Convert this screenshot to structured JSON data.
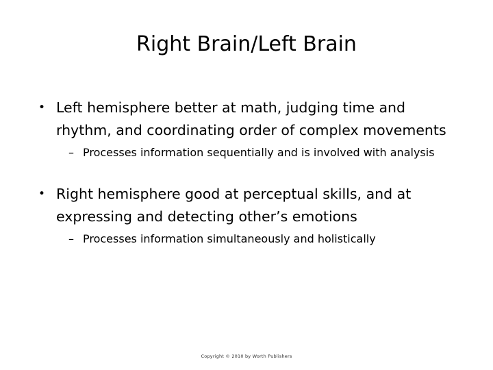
{
  "slide": {
    "title": "Right Brain/Left Brain",
    "blocks": [
      {
        "bullet_marker": "•",
        "text": "Left hemisphere better at math, judging time and rhythm, and coordinating order of complex movements",
        "sub": {
          "marker": "–",
          "text": "Processes information sequentially and is involved with analysis"
        }
      },
      {
        "bullet_marker": "•",
        "text": "Right hemisphere good at perceptual skills, and at expressing and detecting other’s emotions",
        "sub": {
          "marker": "–",
          "text": "Processes information simultaneously and holistically"
        }
      }
    ],
    "footer": "Copyright © 2010 by Worth Publishers"
  }
}
